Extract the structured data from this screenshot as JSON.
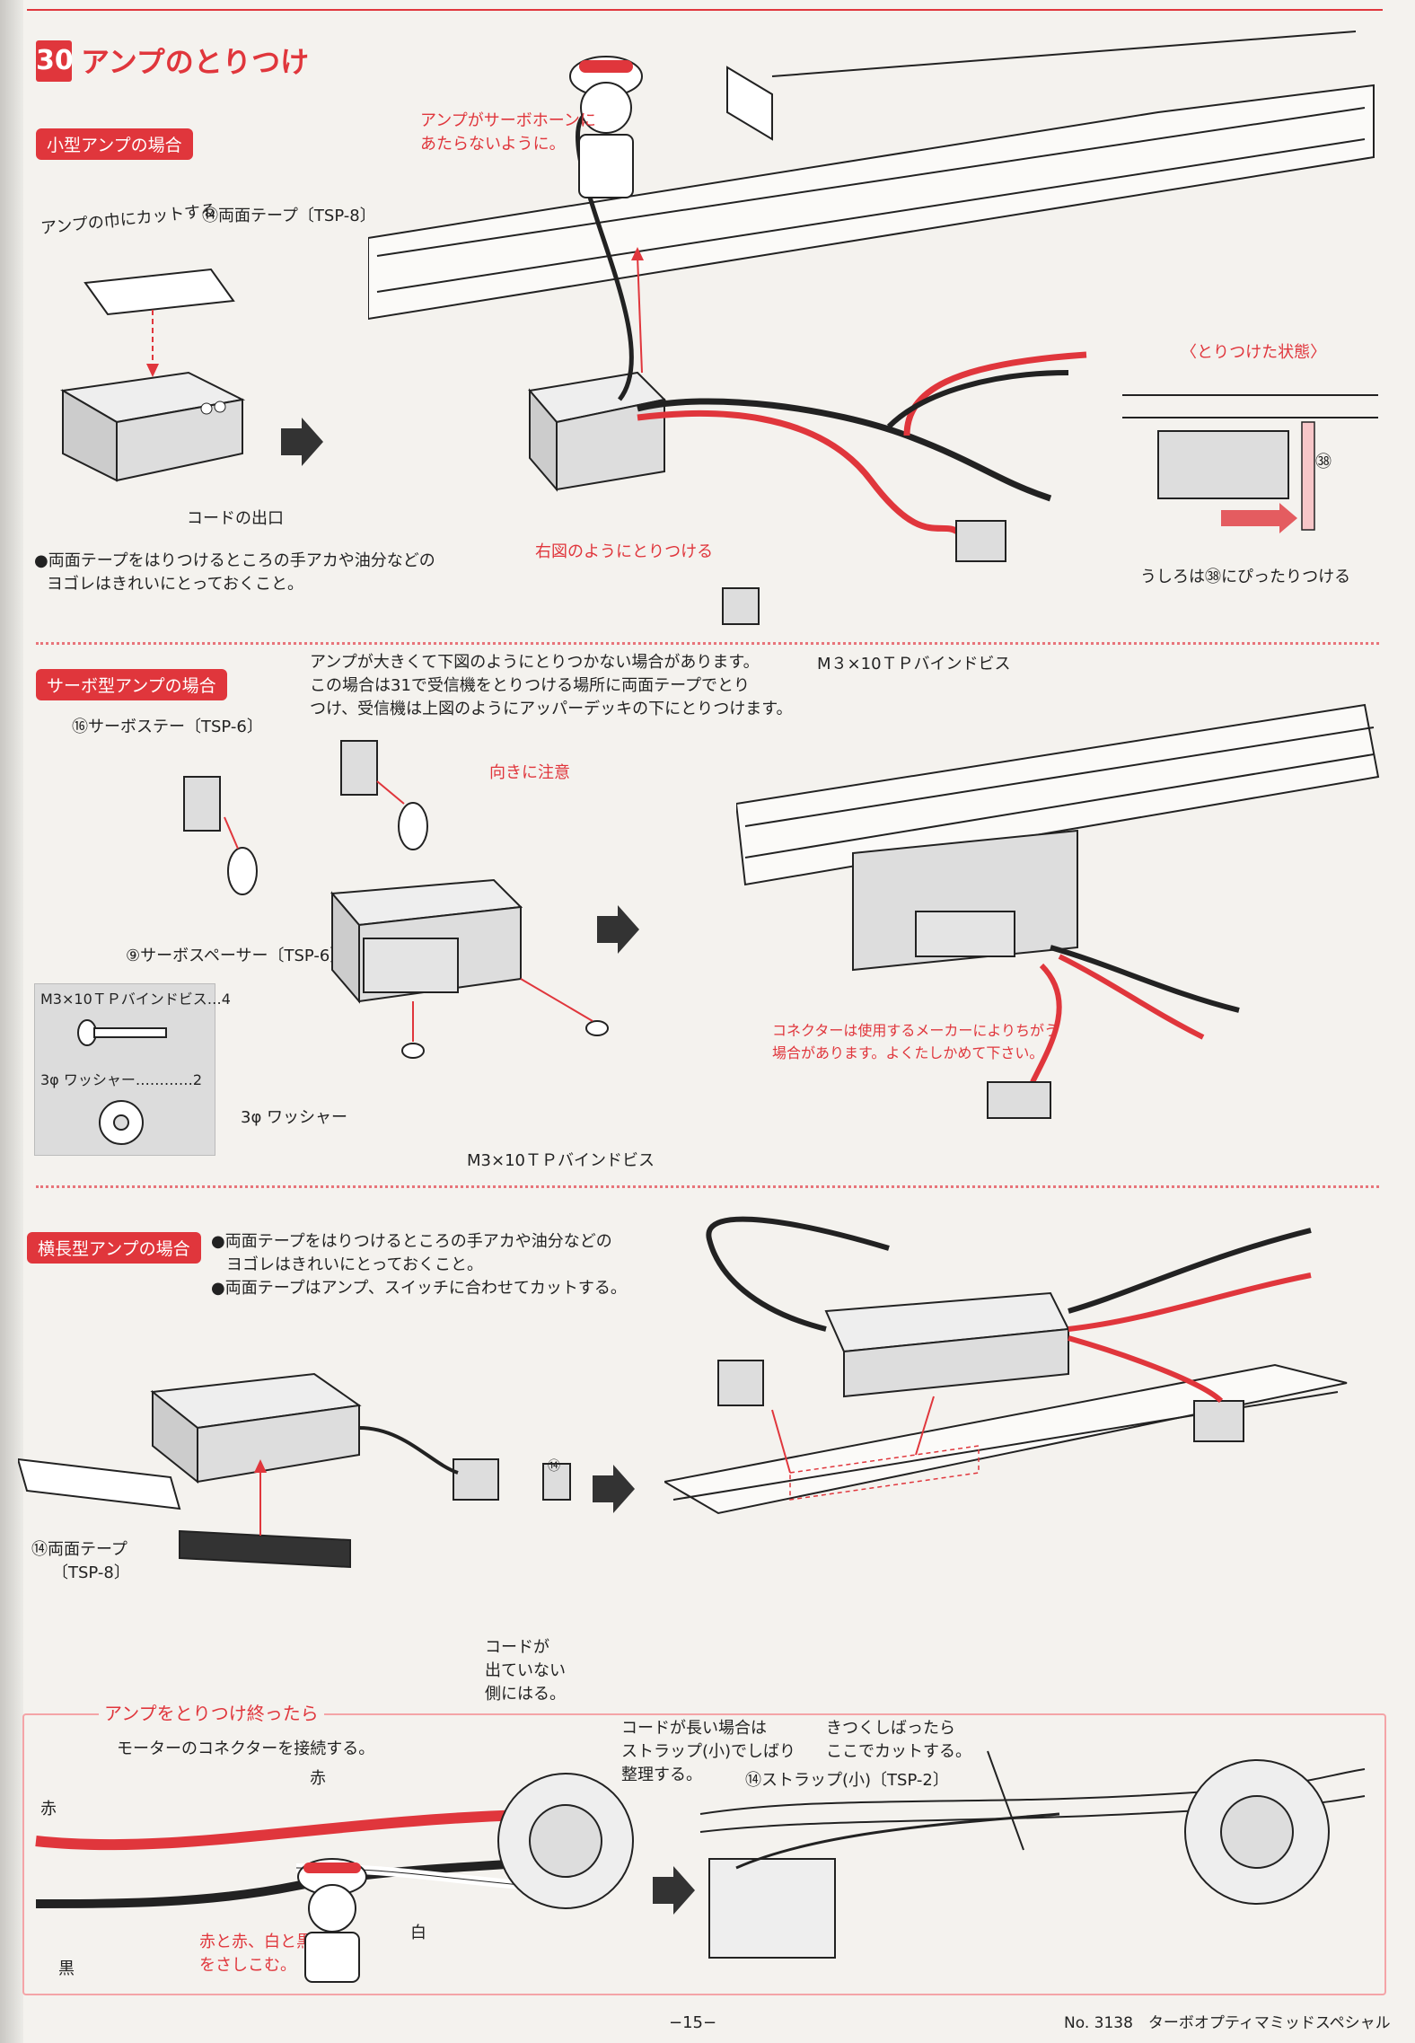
{
  "header": {
    "number": "30",
    "title": "アンプのとりつけ"
  },
  "section1": {
    "label": "小型アンプの場合",
    "cut_note": "アンプの巾にカットする",
    "tape_label": "⑭両面テープ〔TSP-8〕",
    "cord_exit": "コードの出口",
    "bullet": "●両面テープをはりつけるところの手アカや油分などの",
    "bullet2": "ヨゴレはきれいにとっておくこと。",
    "servo_horn_note1": "アンプがサーボホーンに",
    "servo_horn_note2": "あたらないように。",
    "attach_note": "右図のようにとりつける",
    "state_title": "〈とりつけた状態〉",
    "state_part": "㊳",
    "state_note": "うしろは㊳にぴったりつける"
  },
  "section2": {
    "label": "サーボ型アンプの場合",
    "intro1": "アンプが大きくて下図のようにとりつかない場合があります。",
    "intro2": "この場合は31で受信機をとりつける場所に両面テープでとり",
    "intro3": "つけ、受信機は上図のようにアッパーデッキの下にとりつけます。",
    "servo_stay": "⑯サーボステー〔TSP-6〕",
    "direction_note": "向きに注意",
    "servo_spacer": "⑨サーボスペーサー〔TSP-6〕",
    "parts_screw": "M3×10ＴＰバインドビス…4",
    "parts_washer": "3φ ワッシャー…………2",
    "washer_label": "3φ ワッシャー",
    "screw_label": "M3×10ＴＰバインドビス",
    "screw_label_top": "M３×10ＴＰバインドビス",
    "connector_note1": "コネクターは使用するメーカーによりちがう",
    "connector_note2": "場合があります。よくたしかめて下さい。"
  },
  "section3": {
    "label": "横長型アンプの場合",
    "bullet1": "●両面テープをはりつけるところの手アカや油分などの",
    "bullet1b": "ヨゴレはきれいにとっておくこと。",
    "bullet2": "●両面テープはアンプ、スイッチに合わせてカットする。",
    "tape_label": "⑭両面テープ",
    "tape_code": "〔TSP-8〕",
    "part_no": "⑭",
    "no_cord1": "コードが",
    "no_cord2": "出ていない",
    "no_cord3": "側にはる。"
  },
  "section4": {
    "title": "アンプをとりつけ終ったら",
    "connect_note": "モーターのコネクターを接続する。",
    "red": "赤",
    "red2": "赤",
    "white": "白",
    "black": "黒",
    "match1": "赤と赤、白と黒",
    "match2": "をさしこむ。",
    "long_cord1": "コードが長い場合は",
    "long_cord2": "ストラップ(小)でしばり",
    "long_cord3": "整理する。",
    "cut1": "きつくしばったら",
    "cut2": "ここでカットする。",
    "strap": "⑭ストラップ(小)〔TSP-2〕"
  },
  "footer": {
    "page": "−15−",
    "model": "No. 3138　ターボオプティマミッドスペシャル"
  },
  "colors": {
    "accent": "#e0363c",
    "line": "#222222"
  }
}
